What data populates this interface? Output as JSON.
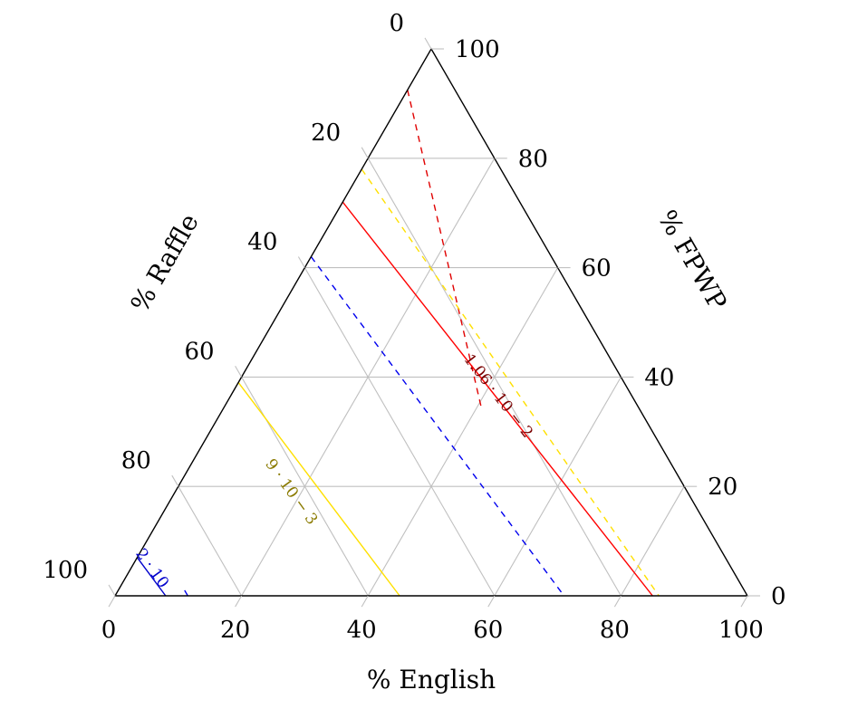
{
  "chart_data": {
    "type": "ternary",
    "axes": {
      "bottom": {
        "label": "% English",
        "ticks": [
          "0",
          "20",
          "40",
          "60",
          "80",
          "100"
        ]
      },
      "left": {
        "label": "% Raffle",
        "ticks": [
          "0",
          "20",
          "40",
          "60",
          "80",
          "100"
        ]
      },
      "right": {
        "label": "% FPWP",
        "ticks": [
          "0",
          "20",
          "40",
          "60",
          "80",
          "100"
        ]
      }
    },
    "range": [
      0,
      100
    ],
    "grid": true,
    "grid_step": 20,
    "contours": [
      {
        "label": "",
        "color": "#e00000",
        "style": "dashed",
        "endpoints": [
          {
            "english": 0,
            "fpwp": 92.5
          },
          {
            "english": 41,
            "fpwp": 34
          }
        ]
      },
      {
        "label": "1.06 · 10 − 2",
        "color": "#ff0000",
        "style": "solid",
        "endpoints": [
          {
            "english": 0,
            "fpwp": 72
          },
          {
            "english": 85,
            "fpwp": 0
          }
        ]
      },
      {
        "label": "",
        "color": "#ffe000",
        "style": "dashed",
        "endpoints": [
          {
            "english": 0,
            "fpwp": 78
          },
          {
            "english": 86,
            "fpwp": 0
          }
        ]
      },
      {
        "label": "",
        "color": "#0000ee",
        "style": "dashed",
        "endpoints": [
          {
            "english": 0,
            "fpwp": 62
          },
          {
            "english": 71,
            "fpwp": 0
          }
        ]
      },
      {
        "label": "9 · 10 − 3",
        "color": "#ffe000",
        "style": "solid",
        "endpoints": [
          {
            "english": 0,
            "fpwp": 39
          },
          {
            "english": 45,
            "fpwp": 0
          }
        ]
      },
      {
        "label": "2 · 10",
        "color": "#0000cc",
        "style": "solid",
        "endpoints": [
          {
            "english": 0,
            "fpwp": 7
          },
          {
            "english": 8,
            "fpwp": 0
          }
        ]
      },
      {
        "label": "",
        "color": "#0000ee",
        "style": "dashed",
        "endpoints": [
          {
            "english": 11.5,
            "fpwp": 0
          },
          {
            "english": 10,
            "fpwp": 1.5
          }
        ]
      }
    ],
    "colors": {
      "grid": "#c0c0c0",
      "frame": "#000000"
    }
  }
}
